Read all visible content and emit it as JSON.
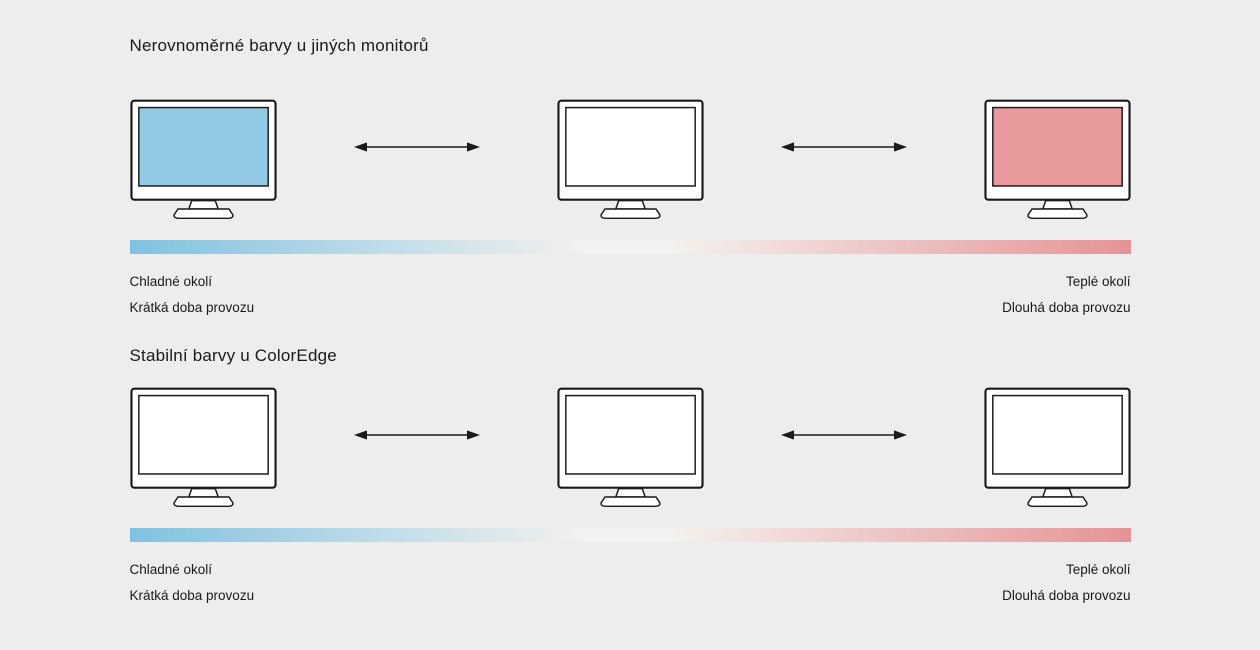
{
  "page": {
    "background_color": "#ededed",
    "text_color": "#1a1a1a",
    "outline_color": "#1a1a1a"
  },
  "sections": [
    {
      "title": "Nerovnoměrné barvy u jiných monitorů",
      "monitors": [
        {
          "name": "cool-tinted-monitor",
          "screen_color": "#93c9e4"
        },
        {
          "name": "neutral-monitor",
          "screen_color": "#ffffff"
        },
        {
          "name": "warm-tinted-monitor",
          "screen_color": "#e7999b"
        }
      ],
      "gradient": {
        "left": "#7fc2e1",
        "middle": "#f4f2ee",
        "right": "#e59395"
      },
      "labels": {
        "left_line1": "Chladné okolí",
        "left_line2": "Krátká doba provozu",
        "right_line1": "Teplé okolí",
        "right_line2": "Dlouhá doba provozu"
      }
    },
    {
      "title": "Stabilní barvy u ColorEdge",
      "monitors": [
        {
          "name": "stable-monitor-1",
          "screen_color": "#ffffff"
        },
        {
          "name": "stable-monitor-2",
          "screen_color": "#ffffff"
        },
        {
          "name": "stable-monitor-3",
          "screen_color": "#ffffff"
        }
      ],
      "gradient": {
        "left": "#7fc2e1",
        "middle": "#f4f2ee",
        "right": "#e59395"
      },
      "labels": {
        "left_line1": "Chladné okolí",
        "left_line2": "Krátká doba provozu",
        "right_line1": "Teplé okolí",
        "right_line2": "Dlouhá doba provozu"
      }
    }
  ]
}
